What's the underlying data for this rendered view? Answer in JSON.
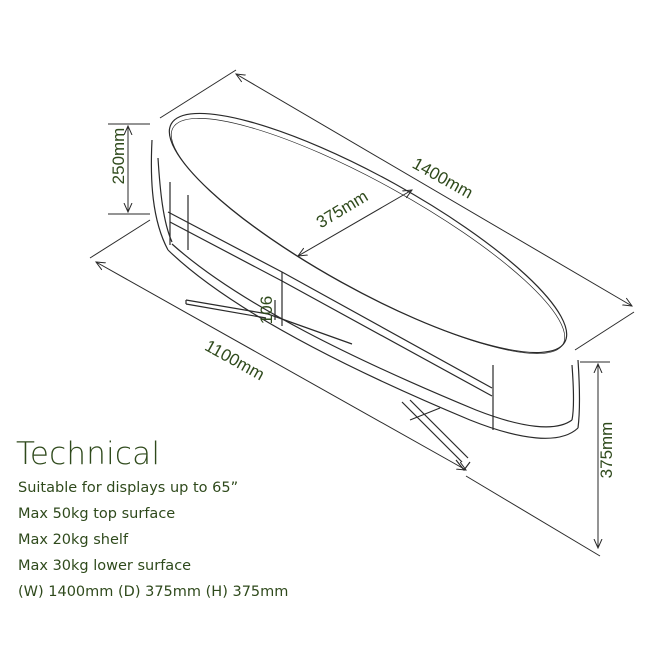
{
  "dimensions": {
    "length": "1400mm",
    "depth": "375mm",
    "height_top": "250mm",
    "shelf_gap": "106",
    "base_length": "1100mm",
    "overall_height": "375mm"
  },
  "technical": {
    "title": "Technical",
    "lines": [
      "Suitable for displays up to 65”",
      "Max 50kg top surface",
      "Max 20kg shelf",
      "Max 30kg lower surface",
      "(W) 1400mm (D) 375mm (H) 375mm"
    ]
  },
  "colors": {
    "line": "#2a2a2a",
    "text": "#2f4a1c"
  }
}
